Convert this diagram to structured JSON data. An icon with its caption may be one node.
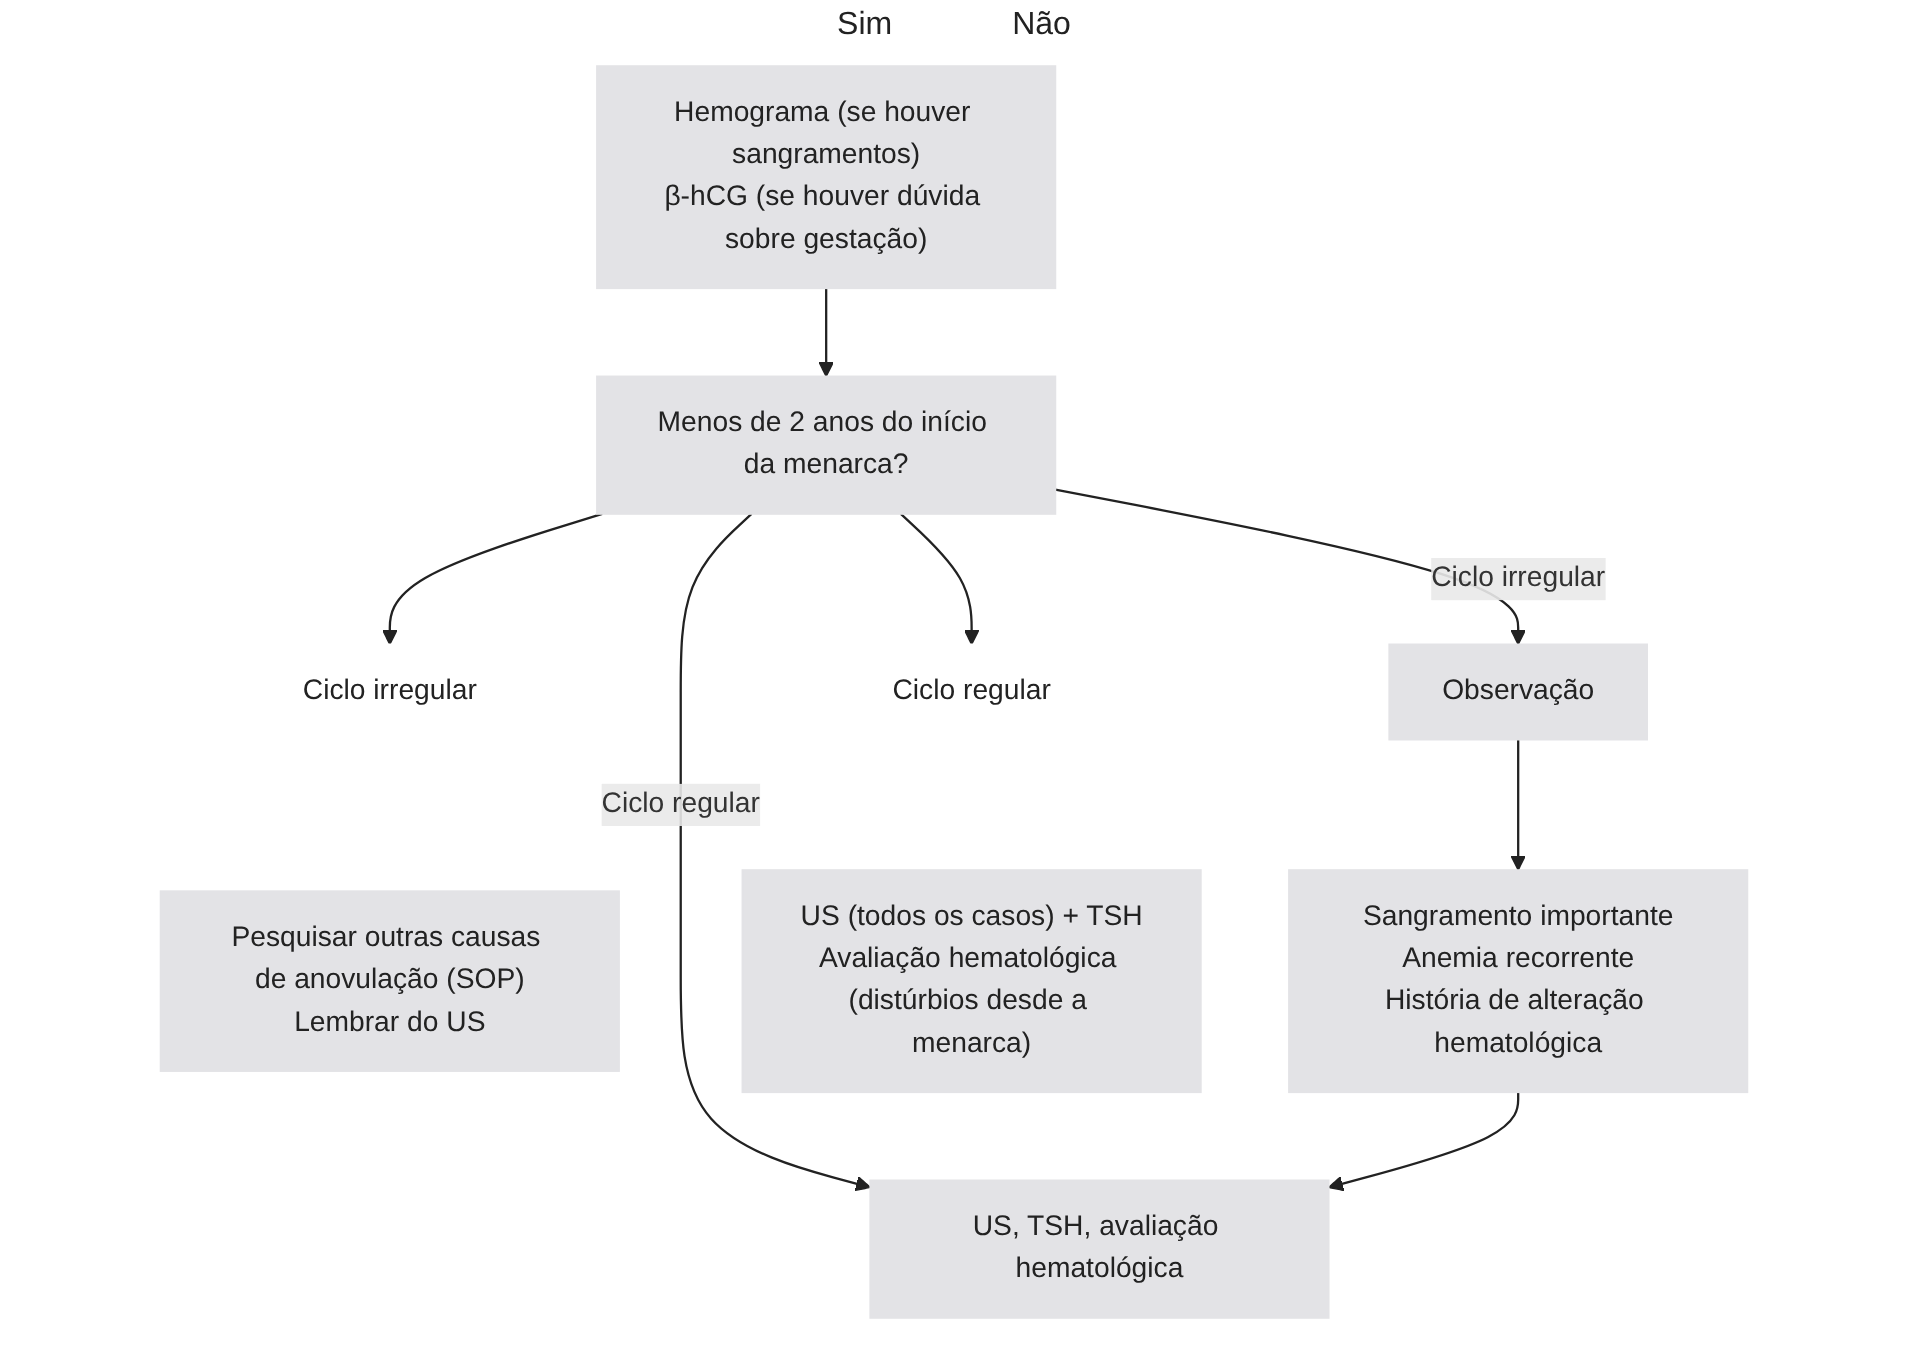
{
  "diagram": {
    "nodes": [
      {
        "text": [
          "Hemograma (se houver sangramentos)",
          "β-hCG (se houver dúvida sobre gestação)"
        ]
      },
      {
        "text": [
          "Menos de 2 anos do início da menarca?"
        ]
      },
      {
        "text": [
          "Observação"
        ]
      },
      {
        "text": [
          "US, TSH, avaliação hematológica"
        ]
      },
      {
        "text": [
          "Ciclo irregular"
        ]
      },
      {
        "text": [
          "Pesquisar outras causas de anovulação (SOP)",
          "Lembrar do US"
        ]
      },
      {
        "text": [
          "Ciclo regular"
        ]
      },
      {
        "text": [
          "Sangramento importante",
          "Anemia recorrente",
          "História de alteração hematológica"
        ]
      },
      {
        "text": [
          "US (todos os casos) + TSH",
          "Avaliação hematológica (distúrbios desde a menarca)"
        ]
      }
    ],
    "edges": [
      {
        "from": 0,
        "to": 1,
        "arrow": "to"
      },
      {
        "from": 1,
        "to": 2,
        "arrow": "to",
        "label": "Ciclo irregular"
      },
      {
        "from": 1,
        "to": 3,
        "arrow": "to",
        "label": "Ciclo regular"
      },
      {
        "from": 1,
        "to": 4,
        "arrow": "to"
      },
      {
        "from": 1,
        "to": 6,
        "arrow": "to"
      },
      {
        "from": 2,
        "to": 7,
        "arrow": "to"
      },
      {
        "from": 7,
        "to": 3,
        "arrow": "to"
      }
    ],
    "labels": [
      "Sim",
      "Não"
    ]
  }
}
